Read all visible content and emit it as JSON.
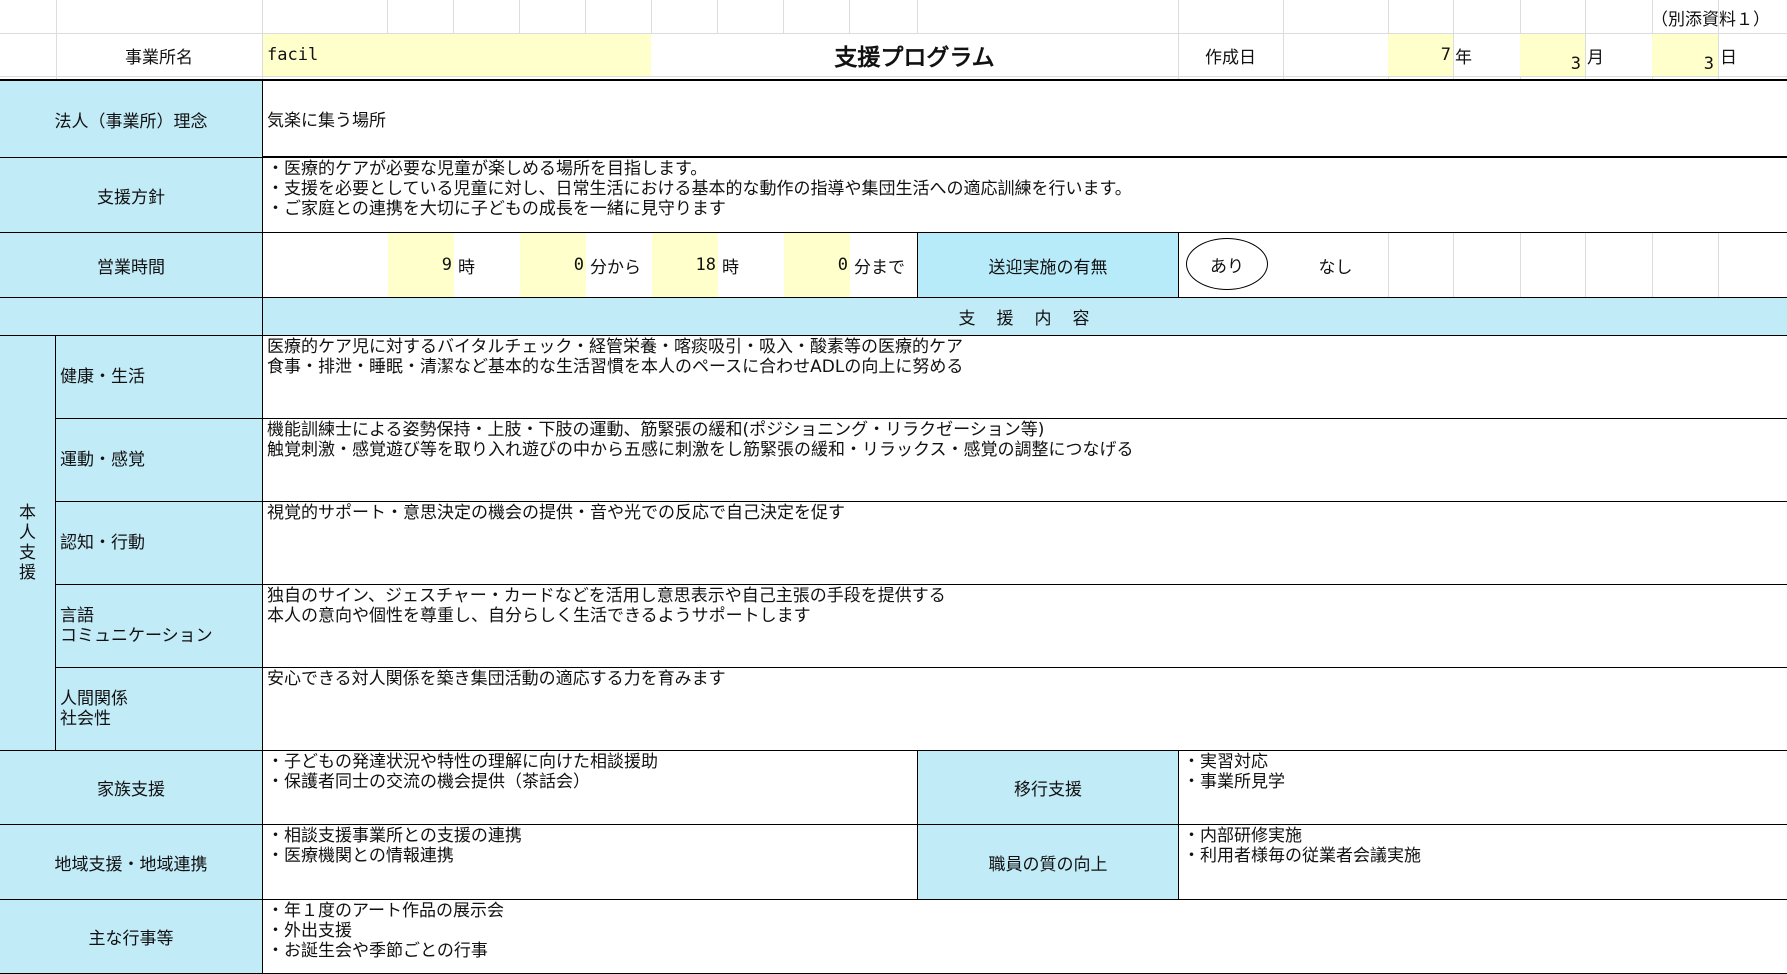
{
  "header": {
    "attachment_label": "（別添資料１）",
    "office_name_label": "事業所名",
    "office_name_value": "facil",
    "title": "支援プログラム",
    "created_label": "作成日",
    "year_value": "7",
    "year_unit": "年",
    "month_value": "3",
    "month_unit": "月",
    "day_value": "3",
    "day_unit": "日"
  },
  "philosophy": {
    "label": "法人（事業所）理念",
    "value": "気楽に集う場所"
  },
  "policy": {
    "label": "支援方針",
    "lines": "・医療的ケアが必要な児童が楽しめる場所を目指します。\n・支援を必要としている児童に対し、日常生活における基本的な動作の指導や集団生活への適応訓練を行います。\n・ご家庭との連携を大切に子どもの成長を一緒に見守ります"
  },
  "hours": {
    "label": "営業時間",
    "open_hour": "9",
    "hour_unit": "時",
    "open_min": "0",
    "from_unit": "分から",
    "close_hour": "18",
    "hour_unit2": "時",
    "close_min": "0",
    "until_unit": "分まで",
    "transport_label": "送迎実施の有無",
    "transport_yes": "あり",
    "transport_no": "なし"
  },
  "support_content_header": "支　援　内　容",
  "personal_support": {
    "label": "本\n人\n支\n援",
    "items": [
      {
        "label": "健康・生活",
        "text": "医療的ケア児に対するバイタルチェック・経管栄養・喀痰吸引・吸入・酸素等の医療的ケア\n食事・排泄・睡眠・清潔など基本的な生活習慣を本人のペースに合わせADLの向上に努める"
      },
      {
        "label": "運動・感覚",
        "text": "機能訓練士による姿勢保持・上肢・下肢の運動、筋緊張の緩和(ポジショニング・リラクゼーション等)\n触覚刺激・感覚遊び等を取り入れ遊びの中から五感に刺激をし筋緊張の緩和・リラックス・感覚の調整につなげる"
      },
      {
        "label": "認知・行動",
        "text": "視覚的サポート・意思決定の機会の提供・音や光での反応で自己決定を促す"
      },
      {
        "label": "言語\nコミュニケーション",
        "text": "独自のサイン、ジェスチャー・カードなどを活用し意思表示や自己主張の手段を提供する\n本人の意向や個性を尊重し、自分らしく生活できるようサポートします"
      },
      {
        "label": "人間関係\n社会性",
        "text": "安心できる対人関係を築き集団活動の適応する力を育みます"
      }
    ]
  },
  "family_support": {
    "label": "家族支援",
    "text": "・子どもの発達状況や特性の理解に向けた相談援助\n・保護者同士の交流の機会提供（茶話会）"
  },
  "transition_support": {
    "label": "移行支援",
    "text": "・実習対応\n・事業所見学"
  },
  "community": {
    "label": "地域支援・地域連携",
    "text": "・相談支援事業所との支援の連携\n・医療機関との情報連携"
  },
  "staff_quality": {
    "label": "職員の質の向上",
    "text": "・内部研修実施\n・利用者様毎の従業者会議実施"
  },
  "events": {
    "label": "主な行事等",
    "text": "・年１度のアート作品の展示会\n・外出支援\n・お誕生会や季節ごとの行事"
  },
  "colors": {
    "label_bg": "#c2ebf8",
    "input_bg": "#ffffcc",
    "border": "#000000",
    "grid": "#dcdcdc"
  }
}
